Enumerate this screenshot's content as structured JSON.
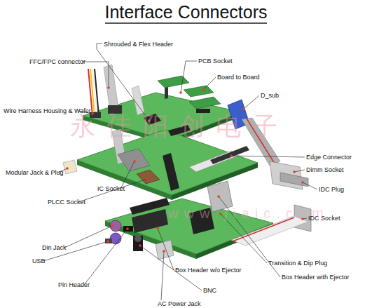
{
  "diagram": {
    "title": "Interface Connectors",
    "labels": [
      "Shrouded & Flex Header",
      "FFC/FPC connector",
      "PCB Socket",
      "Board to Board",
      "D_sub",
      "Wire Harness Housing & Wafer",
      "Edge Connector",
      "Dimm Socket",
      "Modular Jack & Plug",
      "IC Socket",
      "IDC Plug",
      "PLCC Socket",
      "IDC Socket",
      "Din Jack",
      "USB",
      "Transition & Dip Plug",
      "Box Header w/o Ejector",
      "Box Header with Ejector",
      "Pin Header",
      "BNC",
      "AC Power Jack",
      "永佳阳创电子",
      "www.jiaic.com"
    ]
  }
}
